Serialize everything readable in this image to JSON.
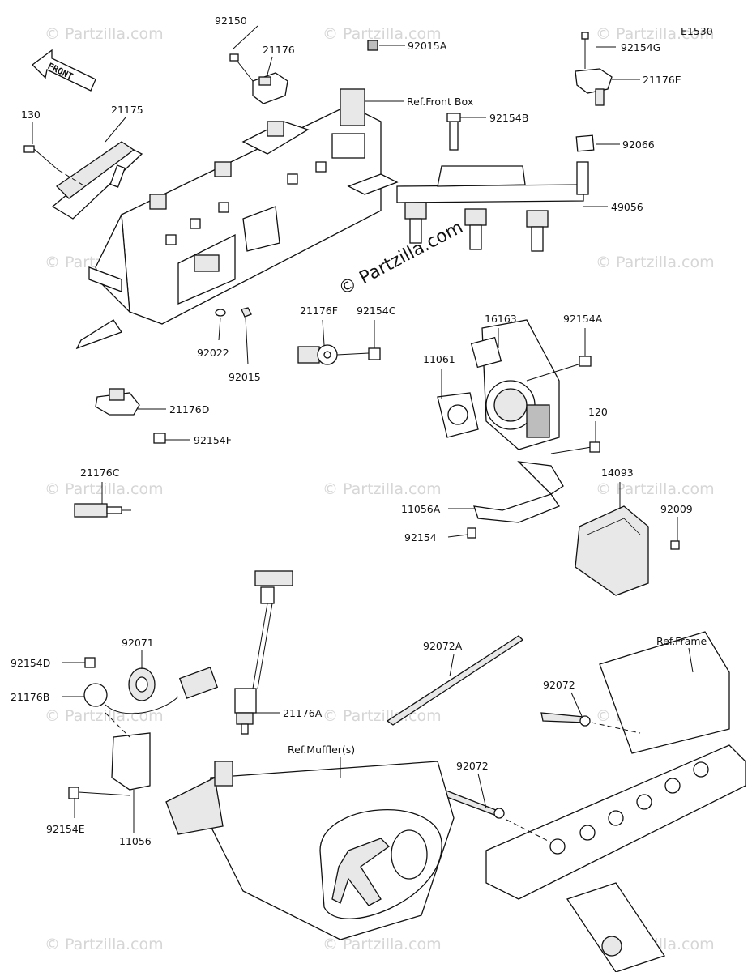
{
  "diagram_code": "E1530",
  "watermark": "© Partzilla.com",
  "watermark_center": "© Partzilla.com",
  "front_label": "FRONT",
  "labels": {
    "p92150": "92150",
    "p21176": "21176",
    "p92015A": "92015A",
    "p92154G": "92154G",
    "p21176E": "21176E",
    "p130": "130",
    "p21175": "21175",
    "ref_front_box": "Ref.Front Box",
    "p92154B": "92154B",
    "p92066": "92066",
    "p49056": "49056",
    "p92022": "92022",
    "p92015": "92015",
    "p21176F": "21176F",
    "p92154C": "92154C",
    "p16163": "16163",
    "p92154A": "92154A",
    "p11061": "11061",
    "p21176D": "21176D",
    "p92154F": "92154F",
    "p120": "120",
    "p21176C": "21176C",
    "p14093": "14093",
    "p92009": "92009",
    "p11056A": "11056A",
    "p92154": "92154",
    "p92072A": "92072A",
    "ref_frame": "Ref.Frame",
    "p92071": "92071",
    "p92154D": "92154D",
    "p92072_a": "92072",
    "p21176B": "21176B",
    "p21176A": "21176A",
    "ref_mufflers": "Ref.Muffler(s)",
    "p92072_b": "92072",
    "p92154E": "92154E",
    "p11056": "11056"
  }
}
